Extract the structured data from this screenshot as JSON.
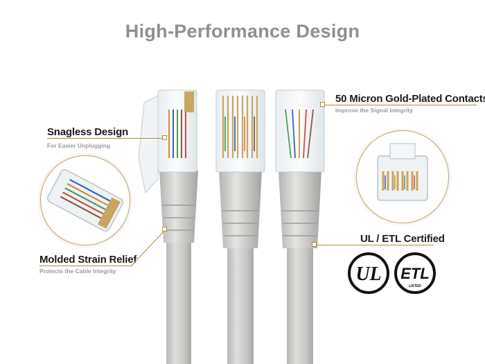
{
  "page": {
    "title": "High-Performance Design"
  },
  "callouts": {
    "snagless": {
      "title": "Snagless Design",
      "subtitle": "For Easier Unplugging"
    },
    "gold_contacts": {
      "title": "50 Micron Gold-Plated Contacts",
      "subtitle": "Improve the Signal Integrity"
    },
    "strain_relief": {
      "title": "Molded Strain Relief",
      "subtitle": "Protects the Cable Integrity"
    },
    "certified": {
      "title": "UL / ETL Certified"
    }
  },
  "logos": {
    "ul": "UL",
    "etl": "ETL",
    "etl_listed": "LISTED"
  },
  "colors": {
    "accent_gold": "#b08a3a",
    "title_gray": "#8f8f8f",
    "cable_gray": "#c7c7c5"
  },
  "icons": [
    "ul-logo-icon",
    "etl-logo-icon"
  ]
}
